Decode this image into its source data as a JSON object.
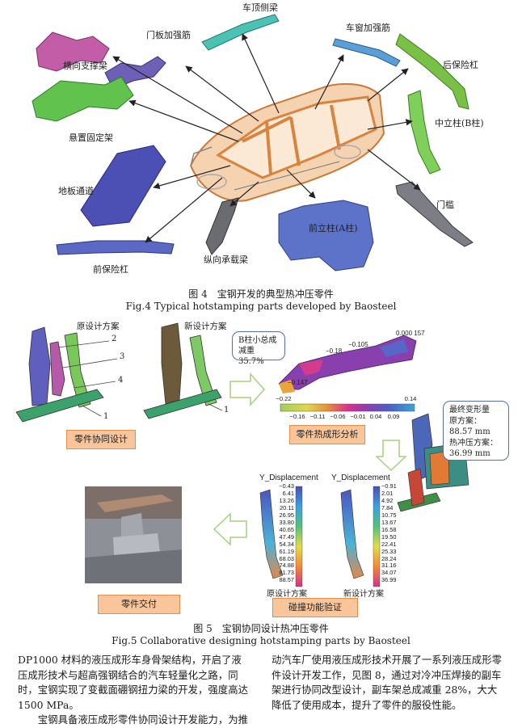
{
  "fig4": {
    "labels": {
      "roof_rail": "车顶侧梁",
      "door_rib": "门板加强筋",
      "window_rib": "车窗加强筋",
      "cross_beam": "横向支撑梁",
      "rear_bumper": "后保险杠",
      "suspension_bracket": "悬置固定架",
      "b_pillar": "中立柱(B柱)",
      "floor_tunnel": "地板通道",
      "sill": "门槛",
      "a_pillar": "前立柱(A柱)",
      "long_rail": "纵向承载梁",
      "front_bumper": "前保险杠"
    },
    "caption_cn": "图 4　宝钢开发的典型热冲压零件",
    "caption_en": "Fig.4 Typical hotstamping parts developed by Baosteel"
  },
  "fig5": {
    "orig_design": "原设计方案",
    "new_design": "新设计方案",
    "part_numbers": [
      "2",
      "3",
      "4",
      "1",
      "1"
    ],
    "mass_note_line1": "B柱小总成",
    "mass_note_line2": "减重35.7%",
    "contour_labels": [
      "0.000 157",
      "−0.105",
      "−0.18",
      "−0.147"
    ],
    "colorbar_ticks_top": [
      "−0.22",
      "0.14"
    ],
    "colorbar_ticks_bottom": [
      "−0.16",
      "−0.11",
      "−0.06",
      "−0.01",
      "0.04",
      "0.09"
    ],
    "deform_note": [
      "最终变形量",
      "原方案：",
      "88.57 mm",
      "热冲压方案：",
      "36.99 mm"
    ],
    "step_collab": "零件协同设计",
    "step_forming": "零件热成形分析",
    "step_crash": "碰撞功能验证",
    "step_delivery": "零件交付",
    "disp_title": "Y_Displacement",
    "disp_orig_vals": [
      "−0.43",
      "6.41",
      "13.26",
      "20.11",
      "26.95",
      "33.80",
      "40.65",
      "47.49",
      "54.34",
      "61.19",
      "68.03",
      "74.88",
      "81.73",
      "88.57"
    ],
    "disp_new_vals": [
      "−0.91",
      "2.01",
      "4.92",
      "7.84",
      "10.75",
      "13.67",
      "16.58",
      "19.50",
      "22.41",
      "25.33",
      "28.24",
      "31.16",
      "34.07",
      "36.99"
    ],
    "disp_orig_caption": "原设计方案",
    "disp_new_caption": "新设计方案",
    "caption_cn": "图 5　宝钢协同设计热冲压零件",
    "caption_en": "Fig.5 Collaborative designing hotstamping parts by Baosteel"
  },
  "body": {
    "left_p1": "DP1000 材料的液压成形车身骨架结构，开启了液压成形技术与超高强钢结合的汽车轻量化之路，同时，宝钢实现了变截面硼钢扭力梁的开发，强度高达 1500 MPa。",
    "left_p2": "宝钢具备液压成形零件协同设计开发能力，为推",
    "right_p1": "动汽车厂使用液压成形技术开展了一系列液压成形零件设计开发工作，见图 8，通过对冷冲压焊接的副车架进行协同改型设计，副车架总成减重 28%，大大降低了使用成本，提升了零件的服役性能。"
  },
  "colors": {
    "orange_box": "#f9c59a",
    "car_frame": "#e59a52",
    "arrow": "#222222",
    "green_arrow": "#a9cf7e"
  }
}
